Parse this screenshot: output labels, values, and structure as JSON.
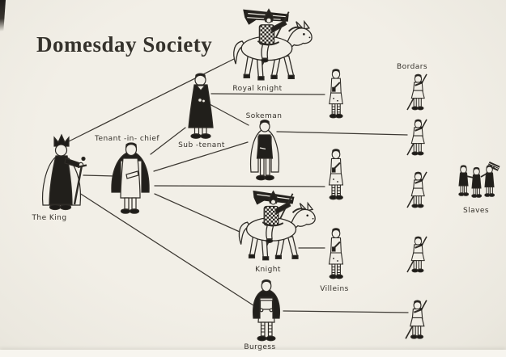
{
  "title": "Domesday Society",
  "diagram": {
    "nodes": {
      "king": {
        "label": "The King"
      },
      "tenant_in_chief": {
        "label": "Tenant -in- chief"
      },
      "sub_tenant": {
        "label": "Sub -tenant"
      },
      "royal_knight": {
        "label": "Royal knight"
      },
      "sokeman": {
        "label": "Sokeman"
      },
      "knight": {
        "label": "Knight"
      },
      "burgess": {
        "label": "Burgess"
      },
      "villeins": {
        "label": "Villeins",
        "figure_count": 3
      },
      "bordars": {
        "label": "Bordars",
        "figure_count": 5
      },
      "slaves": {
        "label": "Slaves",
        "figure_count": 3
      }
    },
    "edges": [
      {
        "from": "king",
        "to": "royal_knight"
      },
      {
        "from": "king",
        "to": "tenant_in_chief"
      },
      {
        "from": "king",
        "to": "burgess"
      },
      {
        "from": "tenant_in_chief",
        "to": "sub_tenant"
      },
      {
        "from": "tenant_in_chief",
        "to": "sokeman"
      },
      {
        "from": "tenant_in_chief",
        "to": "villeins"
      },
      {
        "from": "tenant_in_chief",
        "to": "knight"
      },
      {
        "from": "sub_tenant",
        "to": "sokeman"
      },
      {
        "from": "sub_tenant",
        "to": "villeins"
      },
      {
        "from": "sokeman",
        "to": "bordars"
      },
      {
        "from": "knight",
        "to": "villeins"
      },
      {
        "from": "burgess",
        "to": "bordars"
      }
    ],
    "colors": {
      "ink": "#2e2b26",
      "paper": "#f1eee6"
    }
  }
}
